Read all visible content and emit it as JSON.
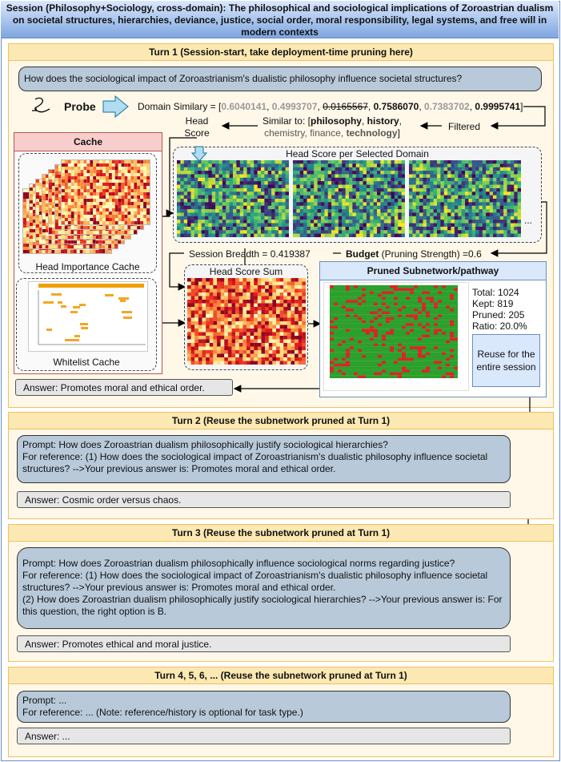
{
  "header": {
    "title_line1": "Session (Philosophy+Sociology, cross-domain): The philosophical and sociological implications of Zoroastrian dualism",
    "title_line2": "on societal structures, hierarchies, deviance, justice, social order, moral responsibility, legal systems, and free will in",
    "title_line3": "modern contexts"
  },
  "turn1": {
    "title": "Turn 1 (Session-start, take deployment-time pruning here)",
    "question": "How does the sociological impact of Zoroastrianism's dualistic philosophy influence societal structures?",
    "probe_label": "Probe",
    "domain_similarity_prefix": "Domain Similary = [",
    "similarities": [
      "0.6040141",
      "0.4993707",
      "0.0165567",
      "0.7586070",
      "0.7383702",
      "0.9995741"
    ],
    "domain_similarity_suffix": "]",
    "head_score_line1": "Head",
    "head_score_line2": "Score",
    "similar_to_prefix": "Similar to: [",
    "similar_to_domains": [
      "philosophy",
      "history",
      "chemistry",
      "finance",
      "technology"
    ],
    "similar_to_suffix": "]",
    "filtered_label": "Filtered",
    "cache_title": "Cache",
    "head_importance_cache_label": "Head Importance Cache",
    "whitelist_cache_label": "Whitelist Cache",
    "head_score_per_domain_title": "Head Score per Selected Domain",
    "ellipsis": "...",
    "session_breadth_label": "Session Breadth = 0.419387",
    "budget_bold": "Budget",
    "budget_rest": " (Pruning Strength) =0.6",
    "head_score_sum_title": "Head Score Sum",
    "pruned_title": "Pruned Subnetwork/pathway",
    "stats": {
      "total": "Total: 1024",
      "kept": "Kept: 819",
      "pruned": "Pruned: 205",
      "ratio": "Ratio: 20.0%"
    },
    "reuse_label": "Reuse for the entire session",
    "answer": "Answer: Promotes moral and ethical order."
  },
  "turn2": {
    "title": "Turn 2 (Reuse the subnetwork pruned at Turn 1)",
    "prompt_line1": "Prompt: How does Zoroastrian dualism philosophically justify sociological hierarchies?",
    "prompt_line2": "For reference: (1) How does the sociological impact of Zoroastrianism's dualistic philosophy influence societal",
    "prompt_line3": "structures? -->Your previous answer is: Promotes moral and ethical order.",
    "answer": "Answer: Cosmic order versus chaos."
  },
  "turn3": {
    "title": "Turn 3 (Reuse the subnetwork pruned at Turn 1)",
    "prompt_line1": "Prompt: How does Zoroastrian dualism philosophically influence sociological norms regarding justice?",
    "prompt_line2": "For reference: (1) How does the sociological impact of Zoroastrianism's dualistic philosophy influence societal",
    "prompt_line3": "structures? -->Your previous answer is: Promotes moral and ethical order.",
    "prompt_line4": "(2) How does Zoroastrian dualism philosophically justify sociological hierarchies? -->Your previous answer is: For",
    "prompt_line5": "this question, the right option is B.",
    "answer": "Answer: Promotes ethical and moral justice."
  },
  "turn4": {
    "title": "Turn 4, 5, 6, ... (Reuse the subnetwork pruned at Turn 1)",
    "prompt_line1": "Prompt: ...",
    "prompt_line2": "For reference: ... (Note: reference/history is optional for task type.)",
    "answer": "Answer: ..."
  },
  "colors": {
    "header_top": "#dae8fc",
    "header_bottom": "#7ea6e0",
    "turn_fill": "#fff8e8",
    "turn_border": "#f0c060",
    "prompt_fill": "#b8c9d9",
    "cache_fill": "#f8d7d7",
    "pruned_title_fill": "#dae8fc",
    "reuse_fill": "#dae8fc",
    "kept_green": "#2ca02c",
    "pruned_red": "#d62728"
  }
}
